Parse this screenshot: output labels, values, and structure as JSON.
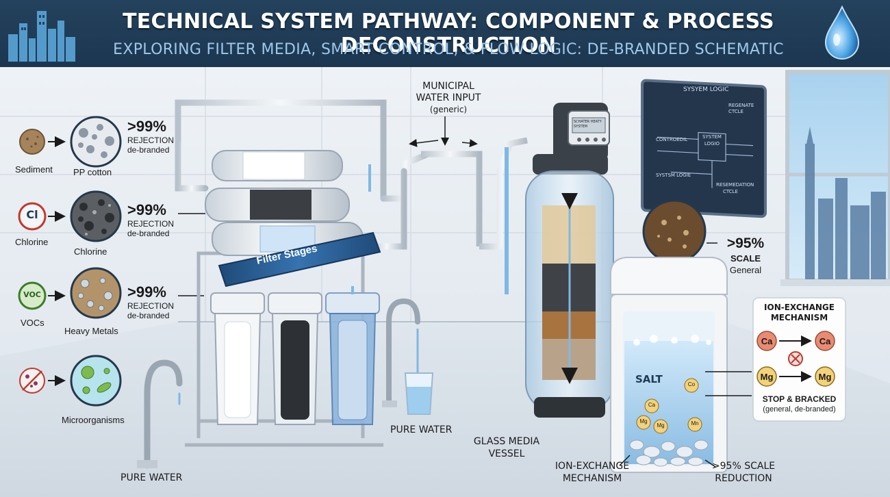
{
  "header": {
    "title": "TECHNICAL SYSTEM PATHWAY: COMPONENT & PROCESS DECONSTRUCTION",
    "subtitle": "EXPLORING FILTER MEDIA, SMART CONTROL, & FLOW LOGIC: DE-BRANDED SCHEMATIC"
  },
  "contaminants": [
    {
      "from": "Sediment",
      "to": "PP cotton",
      "pct": ">99%",
      "line1": "REJECTION",
      "line2": "de-branded"
    },
    {
      "from": "Chlorine",
      "to": "Chlorine",
      "icon_text": "Cl",
      "pct": ">99%",
      "line1": "REJECTION",
      "line2": "de-branded"
    },
    {
      "from": "VOCs",
      "to": "Heavy Metals",
      "icon_text": "VOC",
      "pct": ">99%",
      "line1": "REJECTION",
      "line2": "de-branded"
    },
    {
      "from": "",
      "to": "Microorganisms"
    }
  ],
  "filter_banner": "Filter Stages",
  "municipal": {
    "line1": "MUNICIPAL",
    "line2": "WATER INPUT",
    "line3": "(generic)"
  },
  "controller_screen": {
    "line1": "SCHATER HEATY",
    "line2": "SYSTEM"
  },
  "logic_board": {
    "l1": "SYSYEM LOGIC",
    "l2": "REGENATE",
    "l3": "CTCLE",
    "l4": "CONTROEDIL",
    "l5": "SYSTEM",
    "l6": "LOGIO",
    "l7": "SYSTSM LOGIE",
    "l8": "RESEMEDATION",
    "l9": "CTCLE"
  },
  "media_sample": {
    "pct": ">95%",
    "line1": "SCALE",
    "line2": "General"
  },
  "ion_box": {
    "title1": "ION-EXCHANGE",
    "title2": "MECHANISM",
    "ion1": "Ca",
    "ion2": "Ca",
    "ion3": "Mg",
    "ion4": "Mg",
    "stop": "STOP & BRACKED",
    "stop_sub": "(general, de-branded)"
  },
  "brine": {
    "salt": "SALT",
    "ions": [
      "Co",
      "Ca",
      "Mg",
      "Mg",
      "Mn"
    ]
  },
  "labels": {
    "pure_water_center": "PURE WATER",
    "pure_water_left": "PURE WATER",
    "vessel1": "GLASS MEDIA",
    "vessel2": "VESSEL",
    "ion_mech1": "ION-EXCHANGE",
    "ion_mech2": "MECHANISM",
    "reduction1": ">95% SCALE",
    "reduction2": "REDUCTION"
  },
  "colors": {
    "header_bg": "#1f3b55",
    "title": "#ffffff",
    "subtitle": "#9fc8ea",
    "water": "#7fb8e3",
    "pipe": "#d9dee4",
    "banner": "#2a5a8c",
    "ion_red": "#e98b73",
    "ion_yellow": "#f3d27a"
  }
}
